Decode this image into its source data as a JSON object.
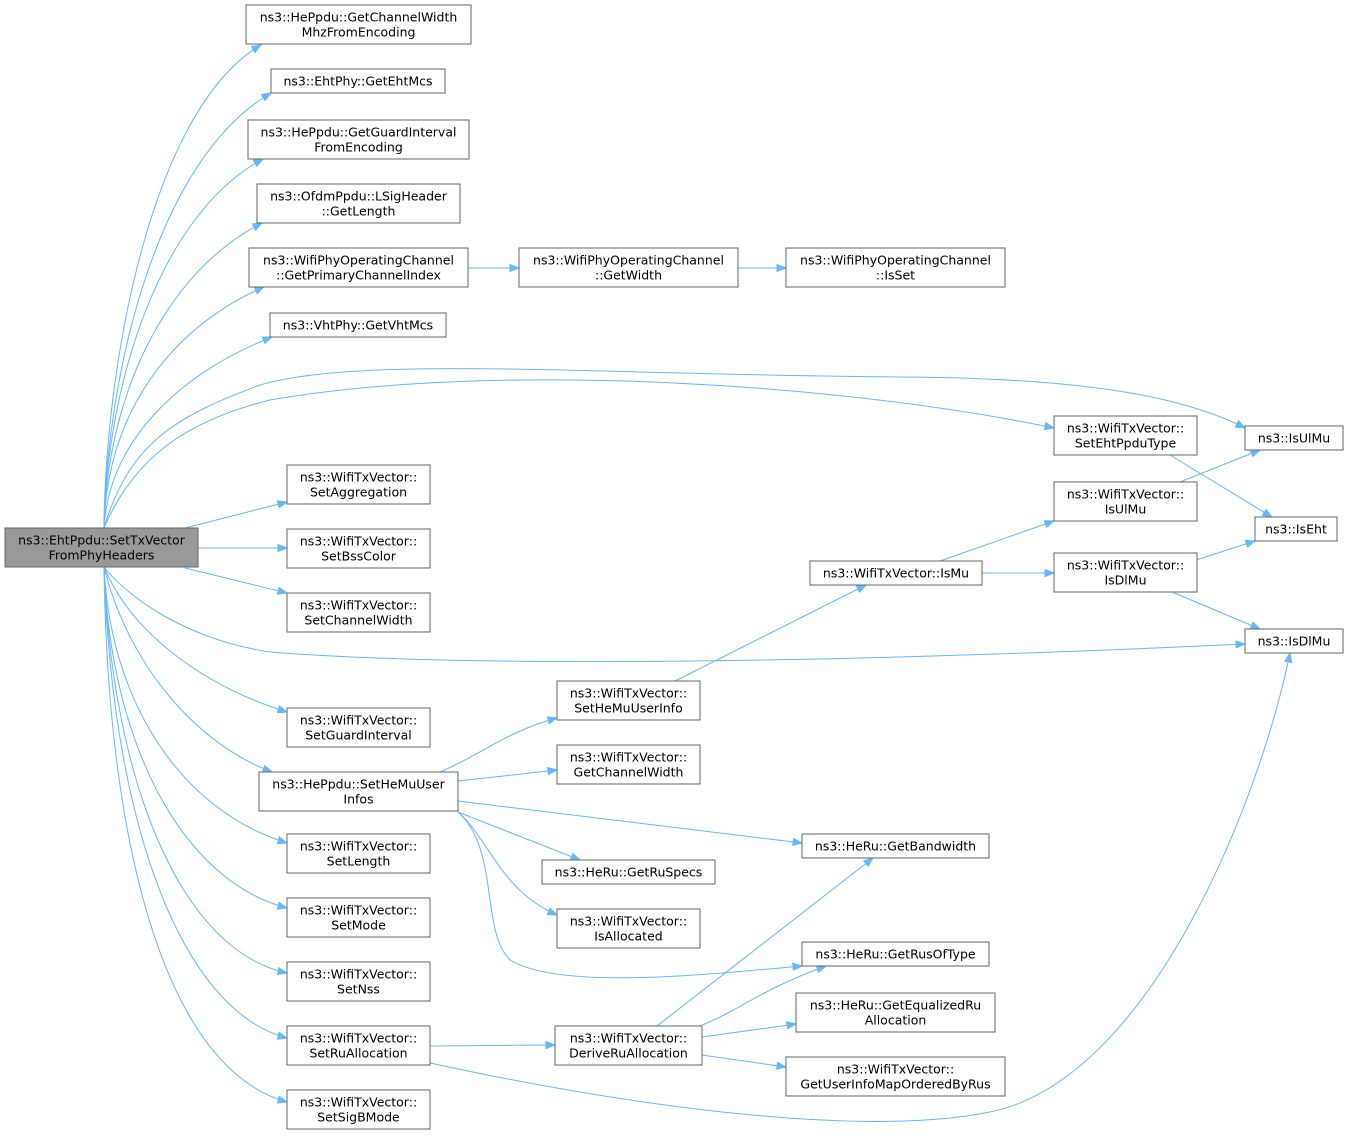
{
  "diagram": {
    "nodes": [
      {
        "id": "root",
        "lines": [
          "ns3::EhtPpdu::SetTxVector",
          "FromPhyHeaders"
        ],
        "root": true
      },
      {
        "id": "n1",
        "lines": [
          "ns3::HePpdu::GetChannelWidth",
          "MhzFromEncoding"
        ]
      },
      {
        "id": "n2",
        "lines": [
          "ns3::EhtPhy::GetEhtMcs"
        ]
      },
      {
        "id": "n3",
        "lines": [
          "ns3::HePpdu::GetGuardInterval",
          "FromEncoding"
        ]
      },
      {
        "id": "n4",
        "lines": [
          "ns3::OfdmPpdu::LSigHeader",
          "::GetLength"
        ]
      },
      {
        "id": "n5",
        "lines": [
          "ns3::WifiPhyOperatingChannel",
          "::GetPrimaryChannelIndex"
        ]
      },
      {
        "id": "n6",
        "lines": [
          "ns3::WifiPhyOperatingChannel",
          "::GetWidth"
        ]
      },
      {
        "id": "n7",
        "lines": [
          "ns3::WifiPhyOperatingChannel",
          "::IsSet"
        ]
      },
      {
        "id": "n8",
        "lines": [
          "ns3::VhtPhy::GetVhtMcs"
        ]
      },
      {
        "id": "n9",
        "lines": [
          "ns3::IsUlMu"
        ]
      },
      {
        "id": "n10",
        "lines": [
          "ns3::WifiTxVector::",
          "SetEhtPpduType"
        ]
      },
      {
        "id": "n11",
        "lines": [
          "ns3::IsEht"
        ]
      },
      {
        "id": "n12",
        "lines": [
          "ns3::WifiTxVector::",
          "SetAggregation"
        ]
      },
      {
        "id": "n13",
        "lines": [
          "ns3::WifiTxVector::",
          "SetBssColor"
        ]
      },
      {
        "id": "n14",
        "lines": [
          "ns3::WifiTxVector::",
          "SetChannelWidth"
        ]
      },
      {
        "id": "n15",
        "lines": [
          "ns3::IsDlMu"
        ]
      },
      {
        "id": "n16",
        "lines": [
          "ns3::WifiTxVector::",
          "SetGuardInterval"
        ]
      },
      {
        "id": "n17",
        "lines": [
          "ns3::HePpdu::SetHeMuUser",
          "Infos"
        ]
      },
      {
        "id": "n18",
        "lines": [
          "ns3::WifiTxVector::",
          "SetHeMuUserInfo"
        ]
      },
      {
        "id": "n19",
        "lines": [
          "ns3::WifiTxVector::IsMu"
        ]
      },
      {
        "id": "n20",
        "lines": [
          "ns3::WifiTxVector::",
          "IsUlMu"
        ]
      },
      {
        "id": "n21",
        "lines": [
          "ns3::WifiTxVector::",
          "IsDlMu"
        ]
      },
      {
        "id": "n22",
        "lines": [
          "ns3::WifiTxVector::",
          "GetChannelWidth"
        ]
      },
      {
        "id": "n23",
        "lines": [
          "ns3::HeRu::GetBandwidth"
        ]
      },
      {
        "id": "n24",
        "lines": [
          "ns3::HeRu::GetRuSpecs"
        ]
      },
      {
        "id": "n25",
        "lines": [
          "ns3::WifiTxVector::",
          "IsAllocated"
        ]
      },
      {
        "id": "n26",
        "lines": [
          "ns3::HeRu::GetRusOfType"
        ]
      },
      {
        "id": "n27",
        "lines": [
          "ns3::WifiTxVector::",
          "SetLength"
        ]
      },
      {
        "id": "n28",
        "lines": [
          "ns3::WifiTxVector::",
          "SetMode"
        ]
      },
      {
        "id": "n29",
        "lines": [
          "ns3::WifiTxVector::",
          "SetNss"
        ]
      },
      {
        "id": "n30",
        "lines": [
          "ns3::WifiTxVector::",
          "SetRuAllocation"
        ]
      },
      {
        "id": "n31",
        "lines": [
          "ns3::WifiTxVector::",
          "DeriveRuAllocation"
        ]
      },
      {
        "id": "n32",
        "lines": [
          "ns3::HeRu::GetEqualizedRu",
          "Allocation"
        ]
      },
      {
        "id": "n33",
        "lines": [
          "ns3::WifiTxVector::",
          "GetUserInfoMapOrderedByRus"
        ]
      },
      {
        "id": "n34",
        "lines": [
          "ns3::WifiTxVector::",
          "SetSigBMode"
        ]
      }
    ],
    "edges": [
      [
        "root",
        "n1"
      ],
      [
        "root",
        "n2"
      ],
      [
        "root",
        "n3"
      ],
      [
        "root",
        "n4"
      ],
      [
        "root",
        "n5"
      ],
      [
        "root",
        "n8"
      ],
      [
        "root",
        "n9"
      ],
      [
        "root",
        "n10"
      ],
      [
        "root",
        "n12"
      ],
      [
        "root",
        "n13"
      ],
      [
        "root",
        "n14"
      ],
      [
        "root",
        "n15"
      ],
      [
        "root",
        "n16"
      ],
      [
        "root",
        "n17"
      ],
      [
        "root",
        "n27"
      ],
      [
        "root",
        "n28"
      ],
      [
        "root",
        "n29"
      ],
      [
        "root",
        "n30"
      ],
      [
        "root",
        "n34"
      ],
      [
        "n5",
        "n6"
      ],
      [
        "n6",
        "n7"
      ],
      [
        "n10",
        "n11"
      ],
      [
        "n17",
        "n18"
      ],
      [
        "n17",
        "n22"
      ],
      [
        "n17",
        "n23"
      ],
      [
        "n17",
        "n24"
      ],
      [
        "n17",
        "n25"
      ],
      [
        "n17",
        "n26"
      ],
      [
        "n18",
        "n19"
      ],
      [
        "n19",
        "n20"
      ],
      [
        "n19",
        "n21"
      ],
      [
        "n20",
        "n9"
      ],
      [
        "n21",
        "n11"
      ],
      [
        "n21",
        "n15"
      ],
      [
        "n30",
        "n31"
      ],
      [
        "n30",
        "n15"
      ],
      [
        "n31",
        "n23"
      ],
      [
        "n31",
        "n26"
      ],
      [
        "n31",
        "n32"
      ],
      [
        "n31",
        "n33"
      ]
    ]
  }
}
